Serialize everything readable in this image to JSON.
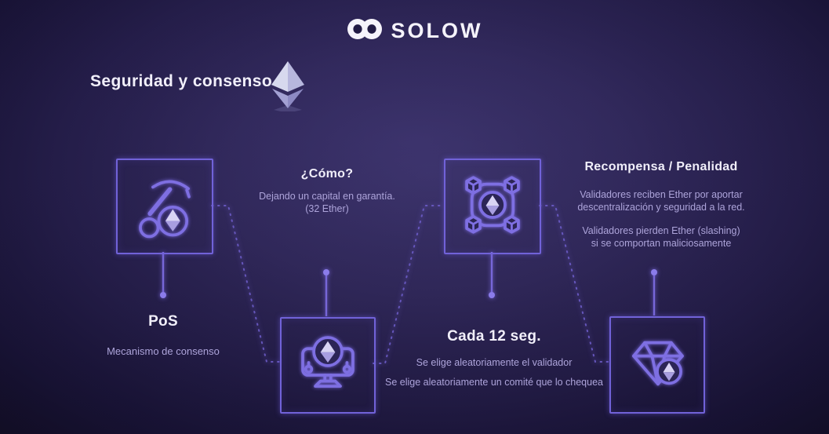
{
  "brand": {
    "name": "SOLOW"
  },
  "title": {
    "text": "Seguridad y consenso"
  },
  "steps": [
    {
      "name": "pos",
      "heading": "PoS",
      "body": [
        "Mecanismo de consenso"
      ]
    },
    {
      "name": "como",
      "heading": "¿Cómo?",
      "body": [
        "Dejando un capital en garantía.",
        "(32 Ether)"
      ]
    },
    {
      "name": "cada-12-seg",
      "heading": "Cada 12 seg.",
      "body": [
        "Se elige aleatoriamente el validador",
        "Se elige aleatoriamente un comité que lo chequea"
      ]
    },
    {
      "name": "recompensa-penalidad",
      "heading": "Recompensa / Penalidad",
      "body": [
        "Validadores reciben Ether por aportar",
        "descentralización y seguridad  a la red.",
        "Validadores pierden Ether (slashing)",
        "si se comportan maliciosamente"
      ]
    }
  ],
  "icons": {
    "logo": "solow-logo-icon",
    "title_badge": "ethereum-3d-icon",
    "step_icons": [
      "mining-pickaxe-icon",
      "staking-computer-icon",
      "blockchain-network-icon",
      "diamond-reward-icon"
    ]
  },
  "colors": {
    "background_center": "#3b326b",
    "background_edge": "#14102a",
    "accent_border": "#7162d8",
    "heading_text": "#f1effa",
    "body_text": "#ada4da",
    "ether_light": "#d6d1f2"
  }
}
